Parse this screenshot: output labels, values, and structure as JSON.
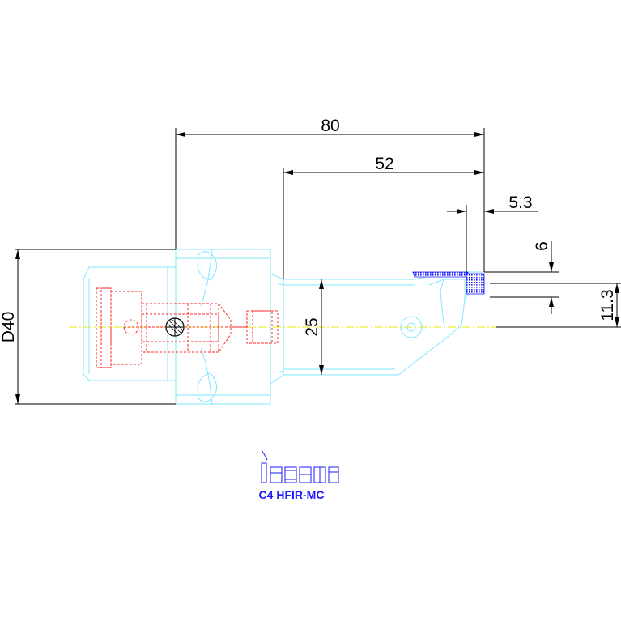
{
  "dimensions": {
    "overall_length": "80",
    "head_length": "52",
    "tip_offset": "5.3",
    "blade_height": "6",
    "center_height": "11.3",
    "shank_height": "25",
    "diameter": "D40"
  },
  "logo": {
    "brand": "iscar"
  },
  "caption": {
    "part_number": "C4 HFIR-MC"
  },
  "colors": {
    "body_outline": "#7fe8ff",
    "hidden_lines": "#ff2a2a",
    "centerline": "#e8e800",
    "dimension_lines": "#000000",
    "insert": "#1a1aff",
    "caption": "#1a1aff"
  }
}
